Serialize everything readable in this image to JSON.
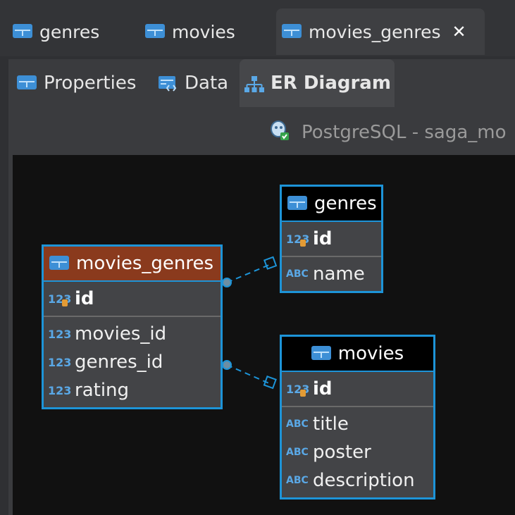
{
  "editor_tabs": [
    {
      "label": "genres"
    },
    {
      "label": "movies"
    },
    {
      "label": "movies_genres",
      "close": "✕"
    }
  ],
  "sub_tabs": [
    {
      "label": "Properties"
    },
    {
      "label": "Data"
    },
    {
      "label": "ER Diagram"
    }
  ],
  "connection": {
    "label": "PostgreSQL - saga_mo"
  },
  "entities": {
    "movies_genres": {
      "title": "movies_genres",
      "header_color": "#8a3a1d",
      "pk": "id",
      "attrs": [
        {
          "type": "123",
          "name": "movies_id"
        },
        {
          "type": "123",
          "name": "genres_id"
        },
        {
          "type": "123",
          "name": "rating"
        }
      ]
    },
    "genres": {
      "title": "genres",
      "header_color": "#000000",
      "pk": "id",
      "attrs": [
        {
          "type": "ABC",
          "name": "name"
        }
      ]
    },
    "movies": {
      "title": "movies",
      "header_color": "#000000",
      "pk": "id",
      "attrs": [
        {
          "type": "ABC",
          "name": "title"
        },
        {
          "type": "ABC",
          "name": "poster"
        },
        {
          "type": "ABC",
          "name": "description"
        }
      ]
    }
  },
  "colors": {
    "accent": "#1d94d8",
    "canvas": "#111111"
  }
}
